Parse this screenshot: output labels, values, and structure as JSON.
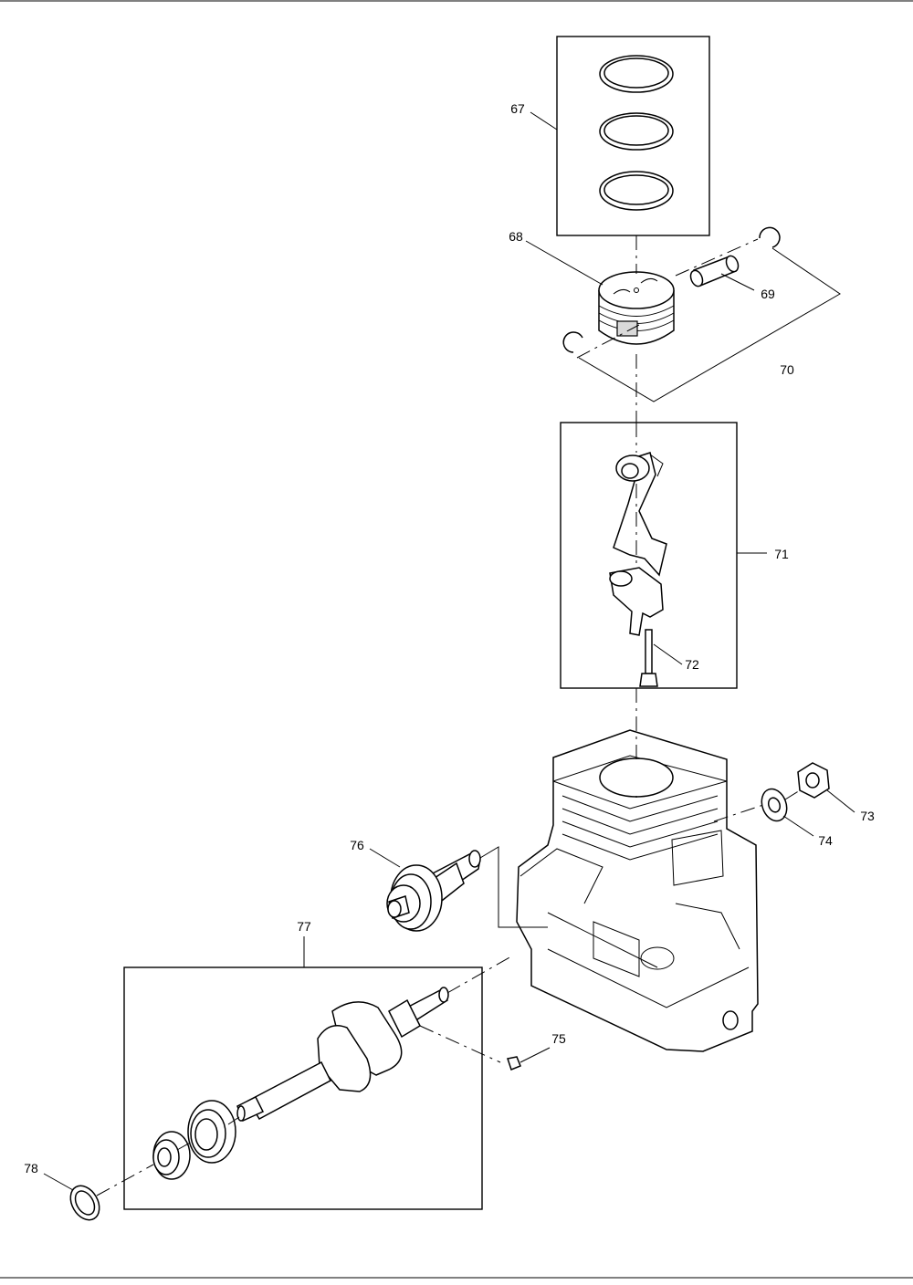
{
  "diagram": {
    "labels": {
      "p67": "67",
      "p68": "68",
      "p69": "69",
      "p70": "70",
      "p71": "71",
      "p72": "72",
      "p73": "73",
      "p74": "74",
      "p75": "75",
      "p76": "76",
      "p77": "77",
      "p78": "78"
    }
  }
}
